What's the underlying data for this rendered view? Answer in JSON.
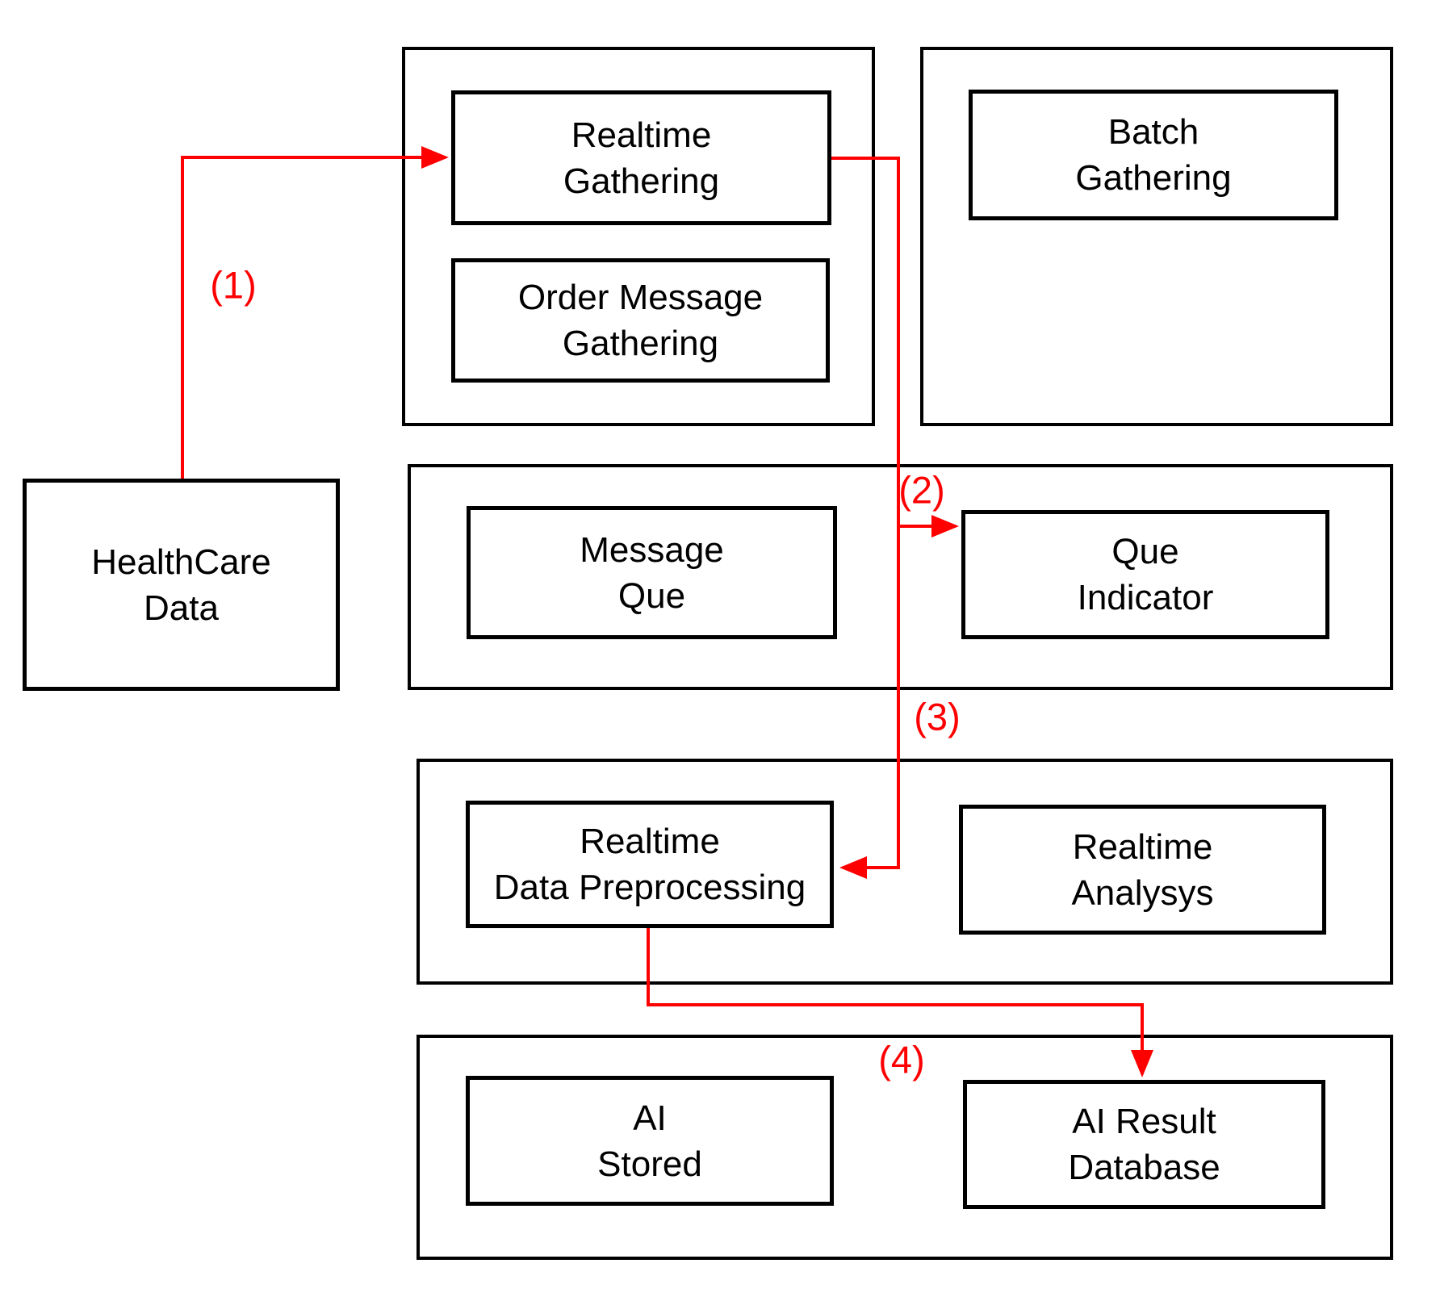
{
  "diagram": {
    "colors": {
      "arrow": "#ff0000",
      "box_border": "#000000",
      "background": "#ffffff",
      "text": "#000000"
    },
    "nodes": {
      "healthcare_data": {
        "line1": "HealthCare",
        "line2": "Data"
      },
      "realtime_gathering": {
        "line1": "Realtime",
        "line2": "Gathering"
      },
      "order_message_gathering": {
        "line1": "Order Message",
        "line2": "Gathering"
      },
      "batch_gathering": {
        "line1": "Batch",
        "line2": "Gathering"
      },
      "message_que": {
        "line1": "Message",
        "line2": "Que"
      },
      "que_indicator": {
        "line1": "Que",
        "line2": "Indicator"
      },
      "realtime_data_preprocessing": {
        "line1": "Realtime",
        "line2": "Data Preprocessing"
      },
      "realtime_analysys": {
        "line1": "Realtime",
        "line2": "Analysys"
      },
      "ai_stored": {
        "line1": "AI",
        "line2": "Stored"
      },
      "ai_result_database": {
        "line1": "AI Result",
        "line2": "Database"
      }
    },
    "flow_labels": {
      "step1": "(1)",
      "step2": "(2)",
      "step3": "(3)",
      "step4": "(4)"
    }
  }
}
